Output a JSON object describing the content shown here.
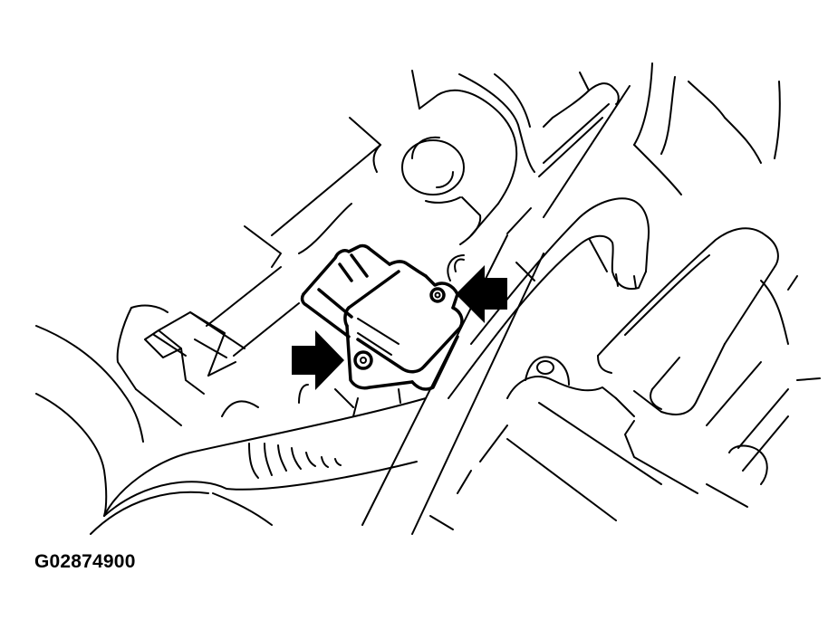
{
  "figure": {
    "code": "G02874900",
    "description": "Engine compartment line drawing showing sensor mounted with two bolts; arrows indicate bolt locations",
    "colors": {
      "line": "#000000",
      "background": "#ffffff"
    },
    "callouts": [
      {
        "type": "arrow",
        "direction": "right",
        "target": "lower-left-bolt"
      },
      {
        "type": "arrow",
        "direction": "left",
        "target": "upper-right-bolt"
      }
    ]
  }
}
